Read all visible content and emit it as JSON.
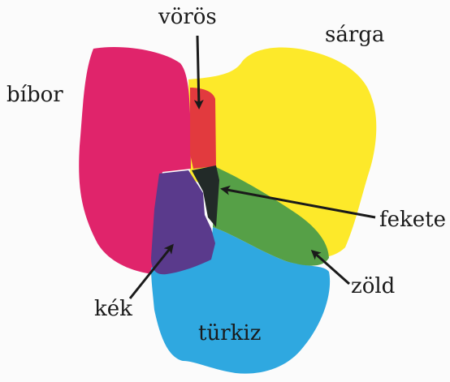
{
  "labels": {
    "red": "vörös",
    "yellow": "sárga",
    "magenta": "bíbor",
    "black": "fekete",
    "green": "zöld",
    "blue": "kék",
    "cyan": "türkiz"
  },
  "colors": {
    "magenta": "#e0246b",
    "yellow": "#fde92a",
    "cyan": "#2fa8e0",
    "red": "#e23a3e",
    "green": "#56a047",
    "blue": "#5a3a8c",
    "black": "#222a28",
    "arrow": "#1a1a1a",
    "text": "#1a1a1a",
    "background": "#fbfbfb"
  }
}
